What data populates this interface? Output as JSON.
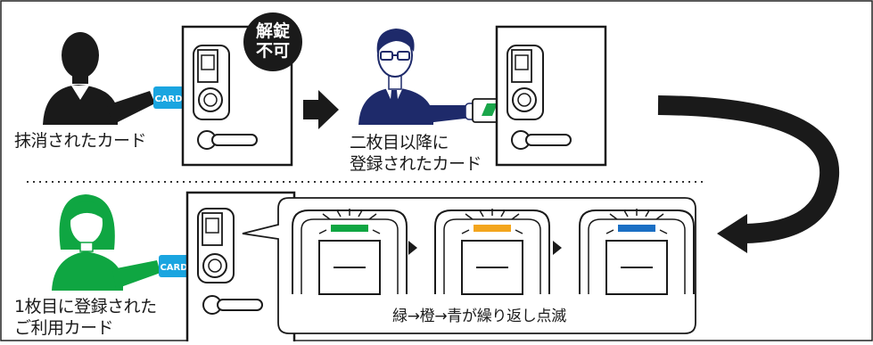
{
  "scene1": {
    "label": "抹消されたカード",
    "card_text": "CARD",
    "badge_line1": "解錠",
    "badge_line2": "不可"
  },
  "scene2": {
    "label_line1": "二枚目以降に",
    "label_line2": "登録されたカード"
  },
  "scene3": {
    "label_line1": "1枚目に登録された",
    "label_line2": "ご利用カード",
    "card_text": "CARD",
    "caption": "緑→橙→青が繰り返し点滅",
    "led_colors": [
      "#0fa642",
      "#f3a51d",
      "#1a6fc4"
    ]
  },
  "colors": {
    "card_blue": "#1aa5e0",
    "person3_green": "#0fa642",
    "person2_navy": "#1e2a6a",
    "dark": "#1a1a1a"
  }
}
